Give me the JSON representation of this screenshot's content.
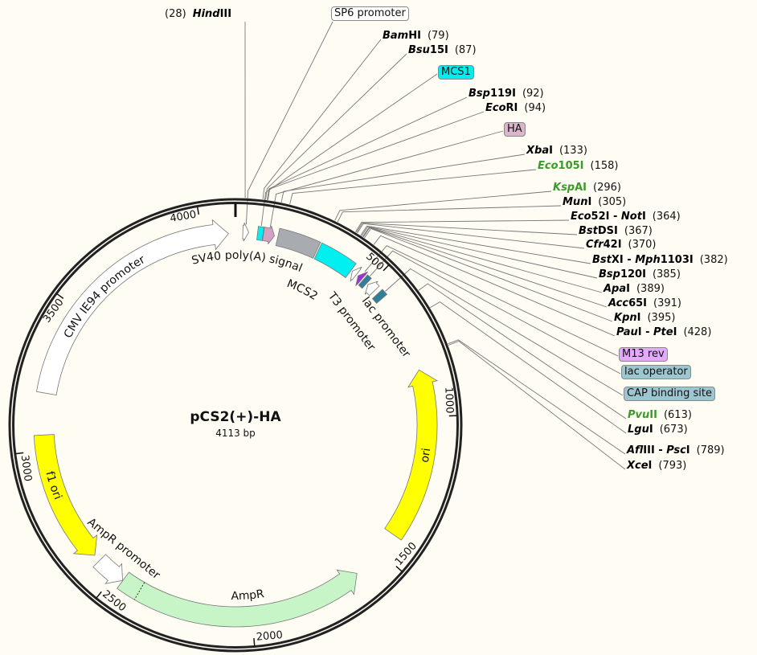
{
  "map": {
    "name": "pCS2(+)-HA",
    "length_label": "4113 bp",
    "length_bp": 4113,
    "ticks": [
      500,
      1000,
      1500,
      2000,
      2500,
      3000,
      3500,
      4000
    ]
  },
  "features": [
    {
      "name": "SP6 promoter",
      "start": 25,
      "end": 45,
      "direction": 1,
      "color": "#ffffff",
      "label_color": "#ffffff"
    },
    {
      "name": "MCS1",
      "start": 75,
      "end": 94,
      "direction": 0,
      "color": "#00f0f0",
      "label_color": "#00eeee"
    },
    {
      "name": "HA",
      "start": 95,
      "end": 133,
      "direction": 1,
      "color": "#d4a0c4",
      "label_color": "#dcb4cc"
    },
    {
      "name": "SV40 poly(A) signal",
      "start": 145,
      "end": 285,
      "direction": 0,
      "color": "#a8abb0"
    },
    {
      "name": "MCS2",
      "start": 290,
      "end": 420,
      "direction": 0,
      "color": "#00f0f0"
    },
    {
      "name": "T3 promoter",
      "start": 425,
      "end": 443,
      "direction": -1,
      "color": "#ffffff"
    },
    {
      "name": "M13 rev",
      "start": 450,
      "end": 467,
      "direction": -1,
      "color": "#9a30e0",
      "label_color": "#e2aaf8"
    },
    {
      "name": "lac operator",
      "start": 472,
      "end": 489,
      "direction": 0,
      "color": "#2e7f99",
      "label_color": "#9cc7d0"
    },
    {
      "name": "lac promoter",
      "start": 495,
      "end": 525,
      "direction": -1,
      "color": "#ffffff"
    },
    {
      "name": "CAP binding site",
      "start": 540,
      "end": 562,
      "direction": 0,
      "color": "#2e7f99",
      "label_color": "#9cc7d0"
    },
    {
      "name": "ori",
      "start": 837,
      "end": 1425,
      "direction": -1,
      "color": "#ffff00"
    },
    {
      "name": "AmpR",
      "start": 1607,
      "end": 2467,
      "direction": -1,
      "color": "#c8f5c8"
    },
    {
      "name": "AmpR promoter",
      "start": 2468,
      "end": 2572,
      "direction": -1,
      "color": "#ffffff"
    },
    {
      "name": "f1 ori",
      "start": 2596,
      "end": 3051,
      "direction": -1,
      "color": "#ffff00"
    },
    {
      "name": "CMV IE94 promoter",
      "start": 3194,
      "end": 4089,
      "direction": 1,
      "color": "#ffffff"
    }
  ],
  "enzymes": [
    {
      "names": [
        {
          "it": "Hind",
          "ro": "III"
        }
      ],
      "position": 28,
      "position_label": "(28)",
      "color": "#000000"
    },
    {
      "names": [
        {
          "it": "Bam",
          "ro": "HI"
        }
      ],
      "position": 79,
      "position_label": "(79)",
      "color": "#000000"
    },
    {
      "names": [
        {
          "it": "Bsu",
          "ro": "15I"
        }
      ],
      "position": 87,
      "position_label": "(87)",
      "color": "#000000"
    },
    {
      "names": [
        {
          "it": "Bsp",
          "ro": "119I"
        }
      ],
      "position": 92,
      "position_label": "(92)",
      "color": "#000000"
    },
    {
      "names": [
        {
          "it": "Eco",
          "ro": "RI"
        }
      ],
      "position": 94,
      "position_label": "(94)",
      "color": "#000000"
    },
    {
      "names": [
        {
          "it": "Xba",
          "ro": "I"
        }
      ],
      "position": 133,
      "position_label": "(133)",
      "color": "#000000"
    },
    {
      "names": [
        {
          "it": "Eco",
          "ro": "105I"
        }
      ],
      "position": 158,
      "position_label": "(158)",
      "color": "#3a9a2a"
    },
    {
      "names": [
        {
          "it": "Ksp",
          "ro": "AI"
        }
      ],
      "position": 296,
      "position_label": "(296)",
      "color": "#3a9a2a"
    },
    {
      "names": [
        {
          "it": "Mun",
          "ro": "I"
        }
      ],
      "position": 305,
      "position_label": "(305)",
      "color": "#000000"
    },
    {
      "names": [
        {
          "it": "Eco",
          "ro": "52I"
        },
        {
          "it": "Not",
          "ro": "I"
        }
      ],
      "position": 364,
      "position_label": "(364)",
      "color": "#000000"
    },
    {
      "names": [
        {
          "it": "Bst",
          "ro": "DSI"
        }
      ],
      "position": 367,
      "position_label": "(367)",
      "color": "#000000"
    },
    {
      "names": [
        {
          "it": "Cfr",
          "ro": "42I"
        }
      ],
      "position": 370,
      "position_label": "(370)",
      "color": "#000000"
    },
    {
      "names": [
        {
          "it": "Bst",
          "ro": "XI"
        },
        {
          "it": "Mph",
          "ro": "1103I"
        }
      ],
      "position": 382,
      "position_label": "(382)",
      "color": "#000000"
    },
    {
      "names": [
        {
          "it": "Bsp",
          "ro": "120I"
        }
      ],
      "position": 385,
      "position_label": "(385)",
      "color": "#000000"
    },
    {
      "names": [
        {
          "it": "Apa",
          "ro": "I"
        }
      ],
      "position": 389,
      "position_label": "(389)",
      "color": "#000000"
    },
    {
      "names": [
        {
          "it": "Acc",
          "ro": "65I"
        }
      ],
      "position": 391,
      "position_label": "(391)",
      "color": "#000000"
    },
    {
      "names": [
        {
          "it": "Kpn",
          "ro": "I"
        }
      ],
      "position": 395,
      "position_label": "(395)",
      "color": "#000000"
    },
    {
      "names": [
        {
          "it": "Pau",
          "ro": "I"
        },
        {
          "it": "Pte",
          "ro": "I"
        }
      ],
      "position": 428,
      "position_label": "(428)",
      "color": "#000000"
    },
    {
      "names": [
        {
          "it": "Pvu",
          "ro": "II"
        }
      ],
      "position": 613,
      "position_label": "(613)",
      "color": "#3a9a2a"
    },
    {
      "names": [
        {
          "it": "Lgu",
          "ro": "I"
        }
      ],
      "position": 673,
      "position_label": "(673)",
      "color": "#000000"
    },
    {
      "names": [
        {
          "it": "Afl",
          "ro": "III"
        },
        {
          "it": "Psc",
          "ro": "I"
        }
      ],
      "position": 789,
      "position_label": "(789)",
      "color": "#000000"
    },
    {
      "names": [
        {
          "it": "Xce",
          "ro": "I"
        }
      ],
      "position": 793,
      "position_label": "(793)",
      "color": "#000000"
    }
  ],
  "separator": " - "
}
